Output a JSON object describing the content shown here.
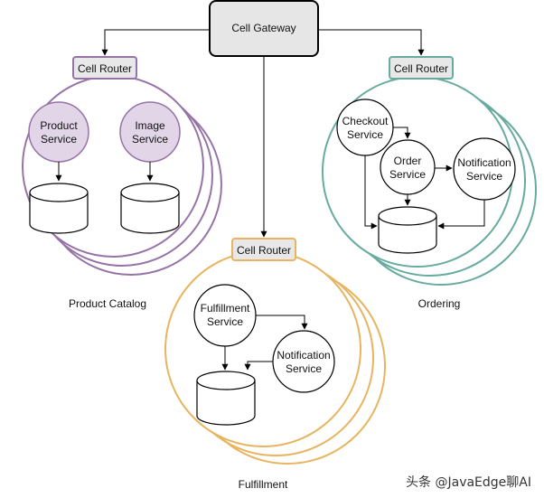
{
  "gateway": {
    "label": "Cell Gateway"
  },
  "cells": {
    "catalog": {
      "router": "Cell Router",
      "caption": "Product Catalog",
      "services": [
        {
          "line1": "Product",
          "line2": "Service"
        },
        {
          "line1": "Image",
          "line2": "Service"
        }
      ]
    },
    "ordering": {
      "router": "Cell Router",
      "caption": "Ordering",
      "services": [
        {
          "line1": "Checkout",
          "line2": "Service"
        },
        {
          "line1": "Order",
          "line2": "Service"
        },
        {
          "line1": "Notification",
          "line2": "Service"
        }
      ]
    },
    "fulfillment": {
      "router": "Cell Router",
      "caption": "Fulfillment",
      "services": [
        {
          "line1": "Fulfillment",
          "line2": "Service"
        },
        {
          "line1": "Notification",
          "line2": "Service"
        }
      ]
    }
  },
  "watermark": "头条 @JavaEdge聊AI",
  "colors": {
    "catalog": "#9673a6",
    "catalog_fill": "#e1d5e7",
    "ordering": "#67ab9f",
    "fulfillment": "#e8b460",
    "router_fill": "#e8e8e8",
    "gateway_fill": "#e6e6e6"
  }
}
